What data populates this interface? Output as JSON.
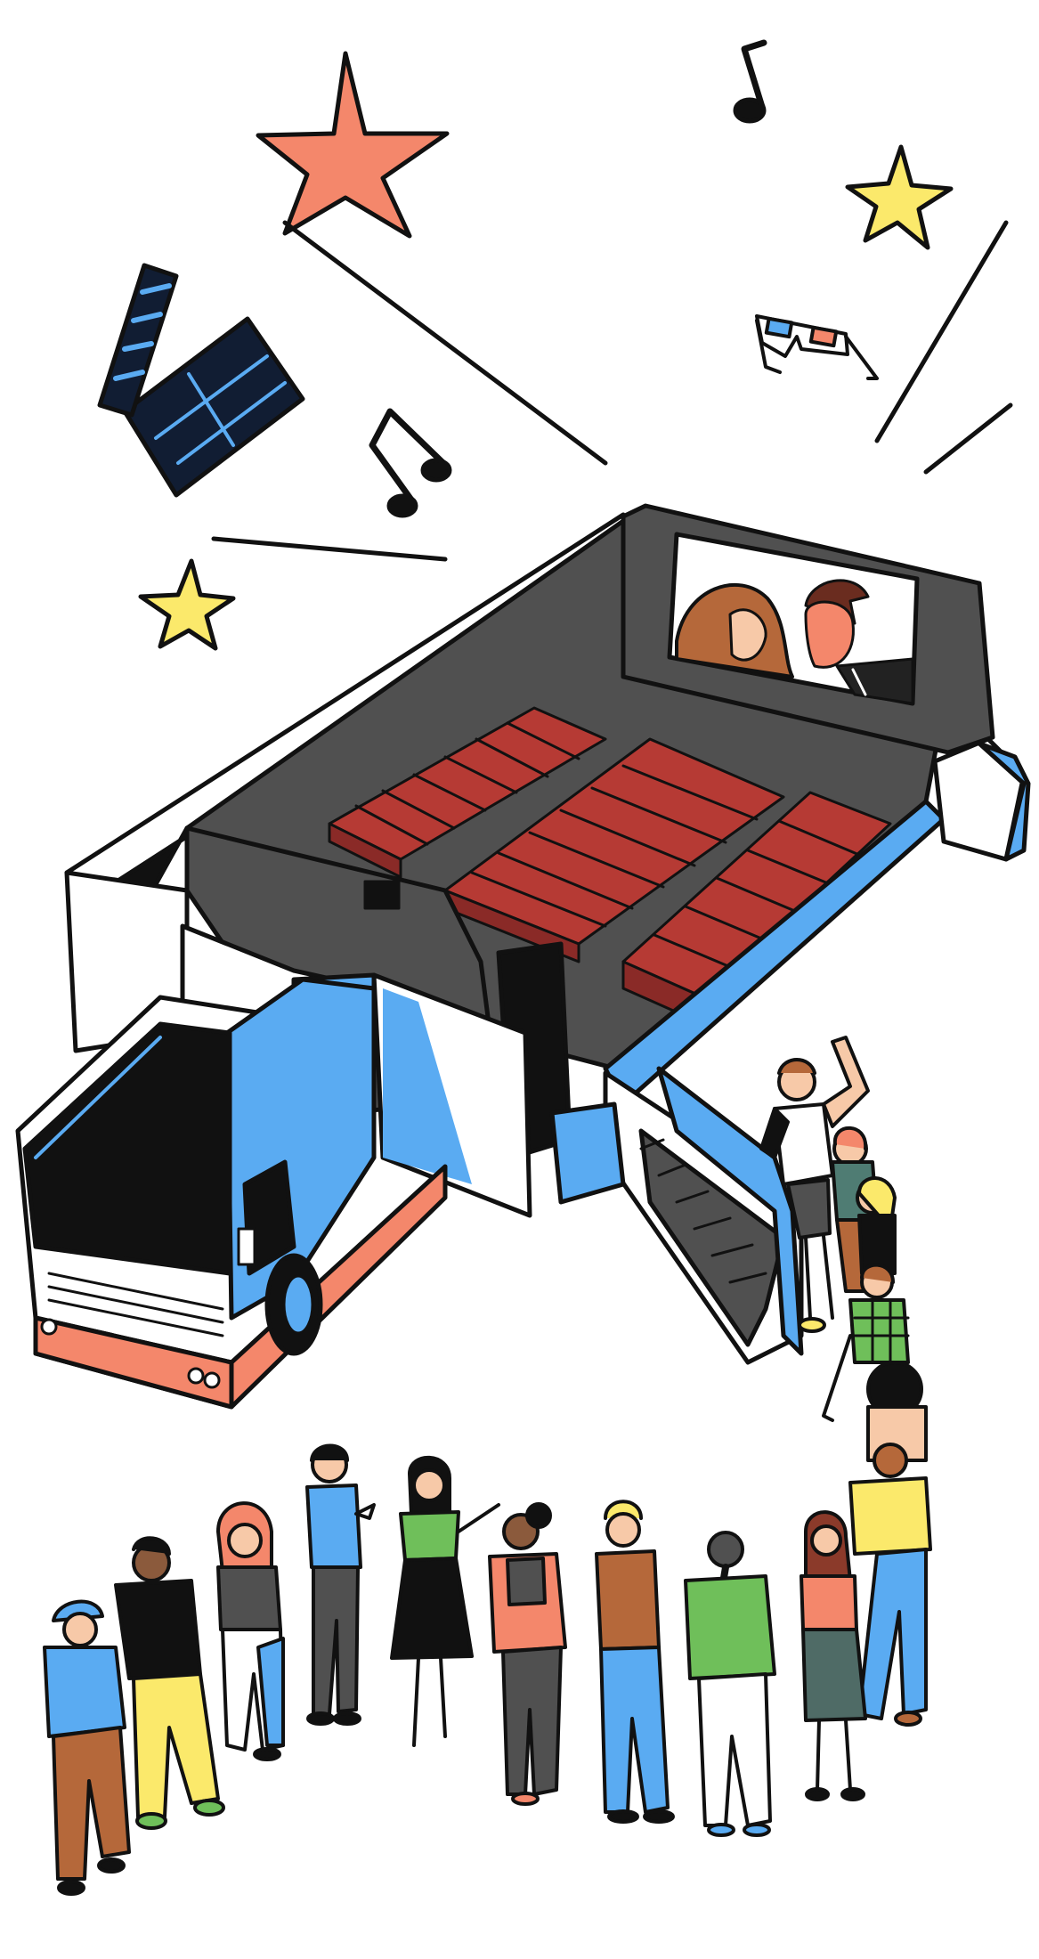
{
  "scene": {
    "background": "#ffffff",
    "palette": {
      "ink": "#111111",
      "salmon": "#f4876b",
      "yellow": "#fbe96b",
      "blue": "#5aabf2",
      "dark": "#505050",
      "seat": "#b63a34",
      "seat_dark": "#8a2a27",
      "white": "#ffffff",
      "skin": "#f7c9a8",
      "hair_brown": "#b5683a"
    },
    "decorations": [
      "star-icon",
      "music-note-icon",
      "clapperboard-icon",
      "3d-glasses-icon"
    ],
    "objects": [
      "mobile-cinema-truck",
      "cinema-screen",
      "theater-seats",
      "entrance-stairs",
      "people-in-line",
      "crowd-group"
    ]
  }
}
